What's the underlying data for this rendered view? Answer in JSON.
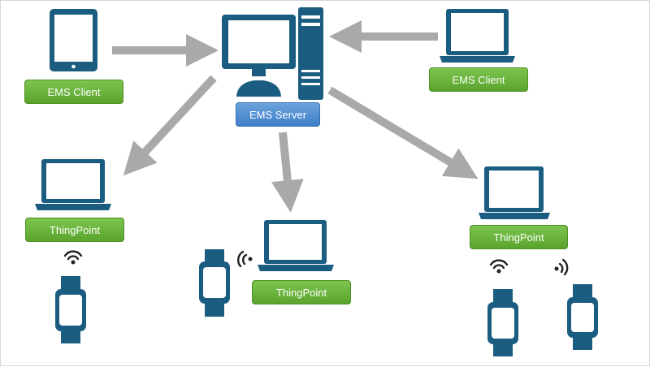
{
  "colors": {
    "device": "#1b5d80",
    "arrow": "#a9a9a9",
    "client_label": "#6ab43e",
    "server_label": "#4a88d0",
    "text": "#ffffff"
  },
  "nodes": {
    "ems_server": {
      "label": "EMS Server",
      "icon": "desktop-tower-icon"
    },
    "ems_client_tablet": {
      "label": "EMS Client",
      "icon": "tablet-icon"
    },
    "ems_client_laptop": {
      "label": "EMS Client",
      "icon": "laptop-icon"
    },
    "thingpoint_left": {
      "label": "ThingPoint",
      "icon": "laptop-icon"
    },
    "thingpoint_center": {
      "label": "ThingPoint",
      "icon": "laptop-icon"
    },
    "thingpoint_right": {
      "label": "ThingPoint",
      "icon": "laptop-icon"
    }
  },
  "edges": [
    {
      "from": "ems_client_tablet",
      "to": "ems_server"
    },
    {
      "from": "ems_client_laptop",
      "to": "ems_server"
    },
    {
      "from": "ems_server",
      "to": "thingpoint_left"
    },
    {
      "from": "ems_server",
      "to": "thingpoint_center"
    },
    {
      "from": "ems_server",
      "to": "thingpoint_right"
    }
  ],
  "wearables": [
    {
      "attached_to": "thingpoint_left",
      "icon": "smartwatch-icon",
      "signal": "wireless-signal-icon"
    },
    {
      "attached_to": "thingpoint_center",
      "icon": "smartwatch-icon",
      "signal": "wireless-signal-icon"
    },
    {
      "attached_to": "thingpoint_right",
      "icon": "smartwatch-icon",
      "signal": "wireless-signal-icon"
    },
    {
      "attached_to": "thingpoint_right",
      "icon": "smartwatch-icon",
      "signal": "wireless-signal-icon"
    }
  ]
}
